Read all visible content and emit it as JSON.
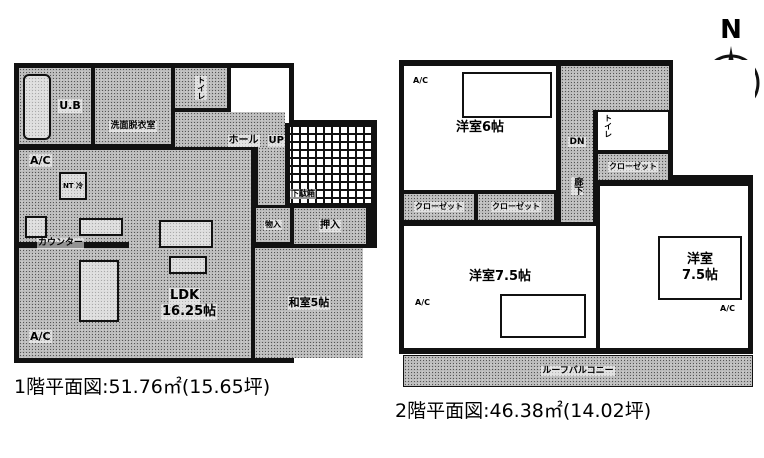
{
  "floor1": {
    "caption": "1階平面図:51.76㎡(15.65坪)",
    "rooms": {
      "ub": "U.B",
      "washroom": "洗面脱衣室",
      "toilet": "トイレ",
      "hall": "ホール",
      "up": "UP",
      "entrance_shoebox": "下駄箱",
      "storage": "物入",
      "closet": "押入",
      "ldk": "LDK",
      "ldk_size": "16.25帖",
      "counter": "カウンター",
      "fridge": "NT 冷",
      "japanese_room": "和室5帖",
      "ac_1": "A/C",
      "ac_2": "A/C"
    }
  },
  "floor2": {
    "caption": "2階平面図:46.38㎡(14.02坪)",
    "rooms": {
      "western_6": "洋室6帖",
      "closet_1": "クローゼット",
      "closet_2": "クローゼット",
      "closet_3": "クローゼット",
      "down": "DN",
      "hallway": "廊下",
      "toilet": "トイレ",
      "western_75_left": "洋室7.5帖",
      "western_75_right_1": "洋室",
      "western_75_right_2": "7.5帖",
      "balcony": "ルーフバルコニー",
      "ac_1": "A/C",
      "ac_2": "A/C",
      "ac_3": "A/C"
    }
  },
  "compass": {
    "label": "N",
    "icon": "north-arrow-icon"
  },
  "colors": {
    "wall": "#111111",
    "floor_tone": "#bdbdbd"
  }
}
